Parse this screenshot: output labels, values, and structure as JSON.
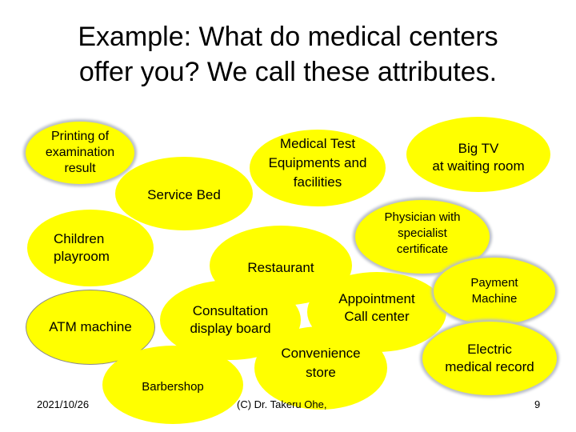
{
  "title_line1": "Example:  What do medical centers",
  "title_line2": "offer you?  We call these attributes.",
  "bubbles": {
    "printing": "Printing  of\nexamination\nresult",
    "service_bed": "Service Bed",
    "medical_test": "Medical Test\nEquipments and\nfacilities",
    "big_tv": "Big TV\nat waiting room",
    "children": "Children\nplayroom",
    "restaurant": "Restaurant",
    "physician": "Physician with\nspecialist\ncertificate",
    "atm": "ATM machine",
    "consultation": "Consultation\ndisplay board",
    "appointment": "Appointment\nCall center",
    "payment": "Payment\nMachine",
    "barbershop": "Barbershop",
    "convenience": "Convenience\nstore",
    "electric": "Electric\nmedical record"
  },
  "footer": {
    "date": "2021/10/26",
    "copyright": "(C)  Dr. Takeru Ohe,",
    "page": "9"
  },
  "colors": {
    "bubble_fill": "#ffff00",
    "shadow": "#b9bec7"
  }
}
